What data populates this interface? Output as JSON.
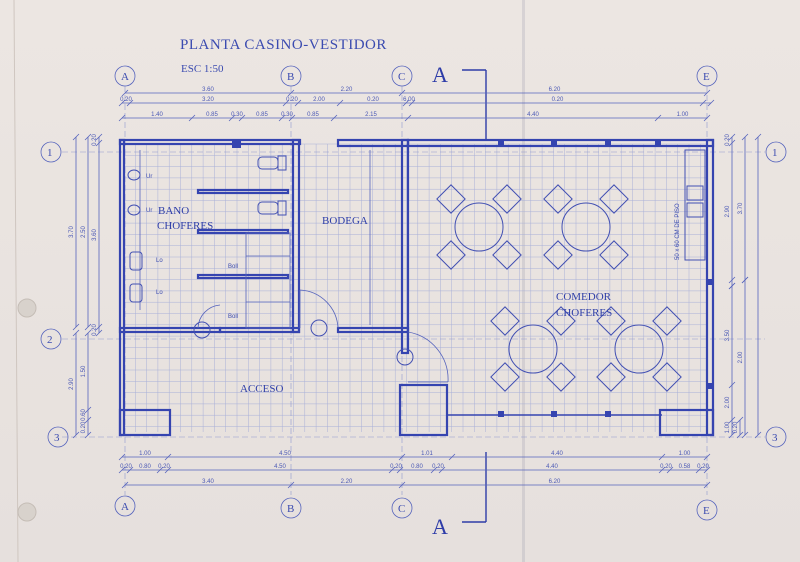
{
  "header": {
    "title": "PLANTA CASINO-VESTIDOR",
    "scale": "ESC 1:50"
  },
  "axes": {
    "columns": [
      "A",
      "B",
      "C",
      "E"
    ],
    "rows": [
      "1",
      "2",
      "3"
    ],
    "section": "A"
  },
  "rooms": {
    "bano_1": "BANO",
    "bano_2": "CHOFERES",
    "bodega": "BODEGA",
    "acceso": "ACCESO",
    "comedor_1": "COMEDOR",
    "comedor_2": "CHOFERES"
  },
  "fixtures": {
    "ur1": "Ur",
    "ur2": "Ur",
    "lo1": "Lo",
    "lo2": "Lo",
    "boll1": "Boll",
    "boll2": "Boll",
    "kitchen": "50 x 60 CM DE PISO"
  },
  "dims_top": {
    "r1": [
      "3.60",
      "2.20",
      "6.20"
    ],
    "r2": [
      "0.20",
      "3.20",
      "0.20",
      "2.00",
      "0.20",
      "6.00",
      "0.20"
    ],
    "r3": [
      "1.40",
      "0.85",
      "0.30",
      "0.85",
      "0.30",
      "0.85",
      "2.15",
      "4.40",
      "1.00"
    ]
  },
  "dims_bottom": {
    "r1": [
      "1.00",
      "4.50",
      "1.01",
      "4.40",
      "1.00"
    ],
    "r2": [
      "0.20",
      "0.80",
      "0.20",
      "4.50",
      "0.20",
      "0.80",
      "0.20",
      "4.40",
      "0.20",
      "0.58",
      "0.20"
    ],
    "r3": [
      "3.40",
      "2.20",
      "6.20"
    ]
  },
  "dims_left": [
    "3.70",
    "2.50",
    "3.60",
    "0.20",
    "0.20",
    "2.90",
    "1.50",
    "0.60",
    "0.20"
  ],
  "dims_right": [
    "0.20",
    "2.90",
    "3.70",
    "3.50",
    "2.00",
    "2.00",
    "1.00",
    "0.20"
  ]
}
